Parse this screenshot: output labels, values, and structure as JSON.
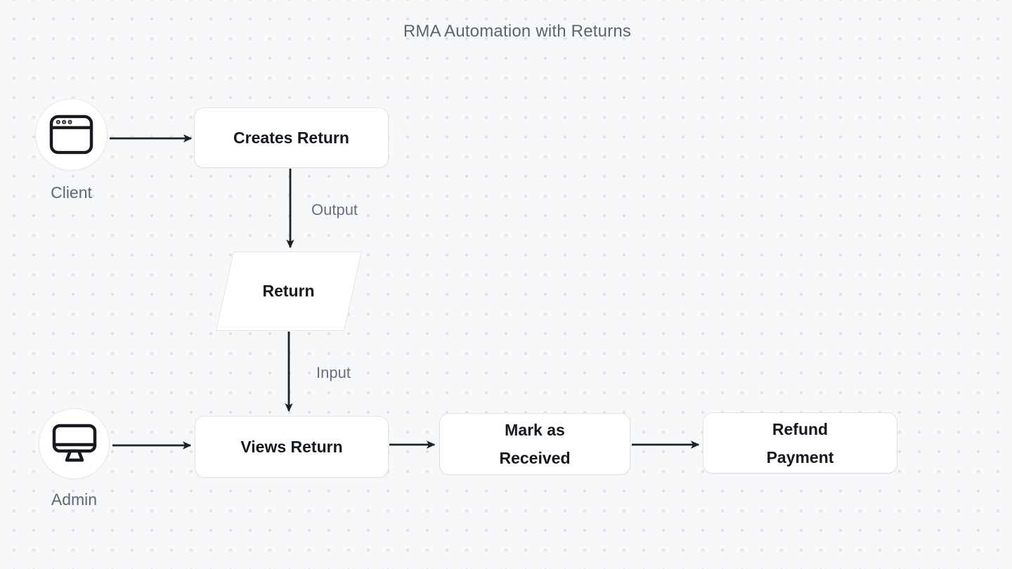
{
  "title": "RMA Automation with Returns",
  "actors": {
    "client": {
      "label": "Client",
      "icon": "browser-window-icon"
    },
    "admin": {
      "label": "Admin",
      "icon": "monitor-icon"
    }
  },
  "nodes": {
    "creates_return": {
      "label": "Creates Return",
      "shape": "rounded-rect"
    },
    "return": {
      "label": "Return",
      "shape": "parallelogram"
    },
    "views_return": {
      "label": "Views Return",
      "shape": "rounded-rect"
    },
    "mark_as_received": {
      "line1": "Mark as",
      "line2": "Received",
      "shape": "rounded-rect"
    },
    "refund_payment": {
      "line1": "Refund",
      "line2": "Payment",
      "shape": "rounded-rect"
    }
  },
  "edges": {
    "output_label": "Output",
    "input_label": "Input",
    "connections": [
      {
        "from": "client",
        "to": "creates_return",
        "label": ""
      },
      {
        "from": "creates_return",
        "to": "return",
        "label": "Output"
      },
      {
        "from": "return",
        "to": "views_return",
        "label": "Input"
      },
      {
        "from": "admin",
        "to": "views_return",
        "label": ""
      },
      {
        "from": "views_return",
        "to": "mark_as_received",
        "label": ""
      },
      {
        "from": "mark_as_received",
        "to": "refund_payment",
        "label": ""
      }
    ]
  },
  "colors": {
    "background": "#f7f8fa",
    "grid_dot": "#dfe2e7",
    "node_fill": "#ffffff",
    "node_border": "#e0e3e8",
    "node_text": "#14181f",
    "muted_text": "#5f6874",
    "arrow": "#1d2127"
  }
}
